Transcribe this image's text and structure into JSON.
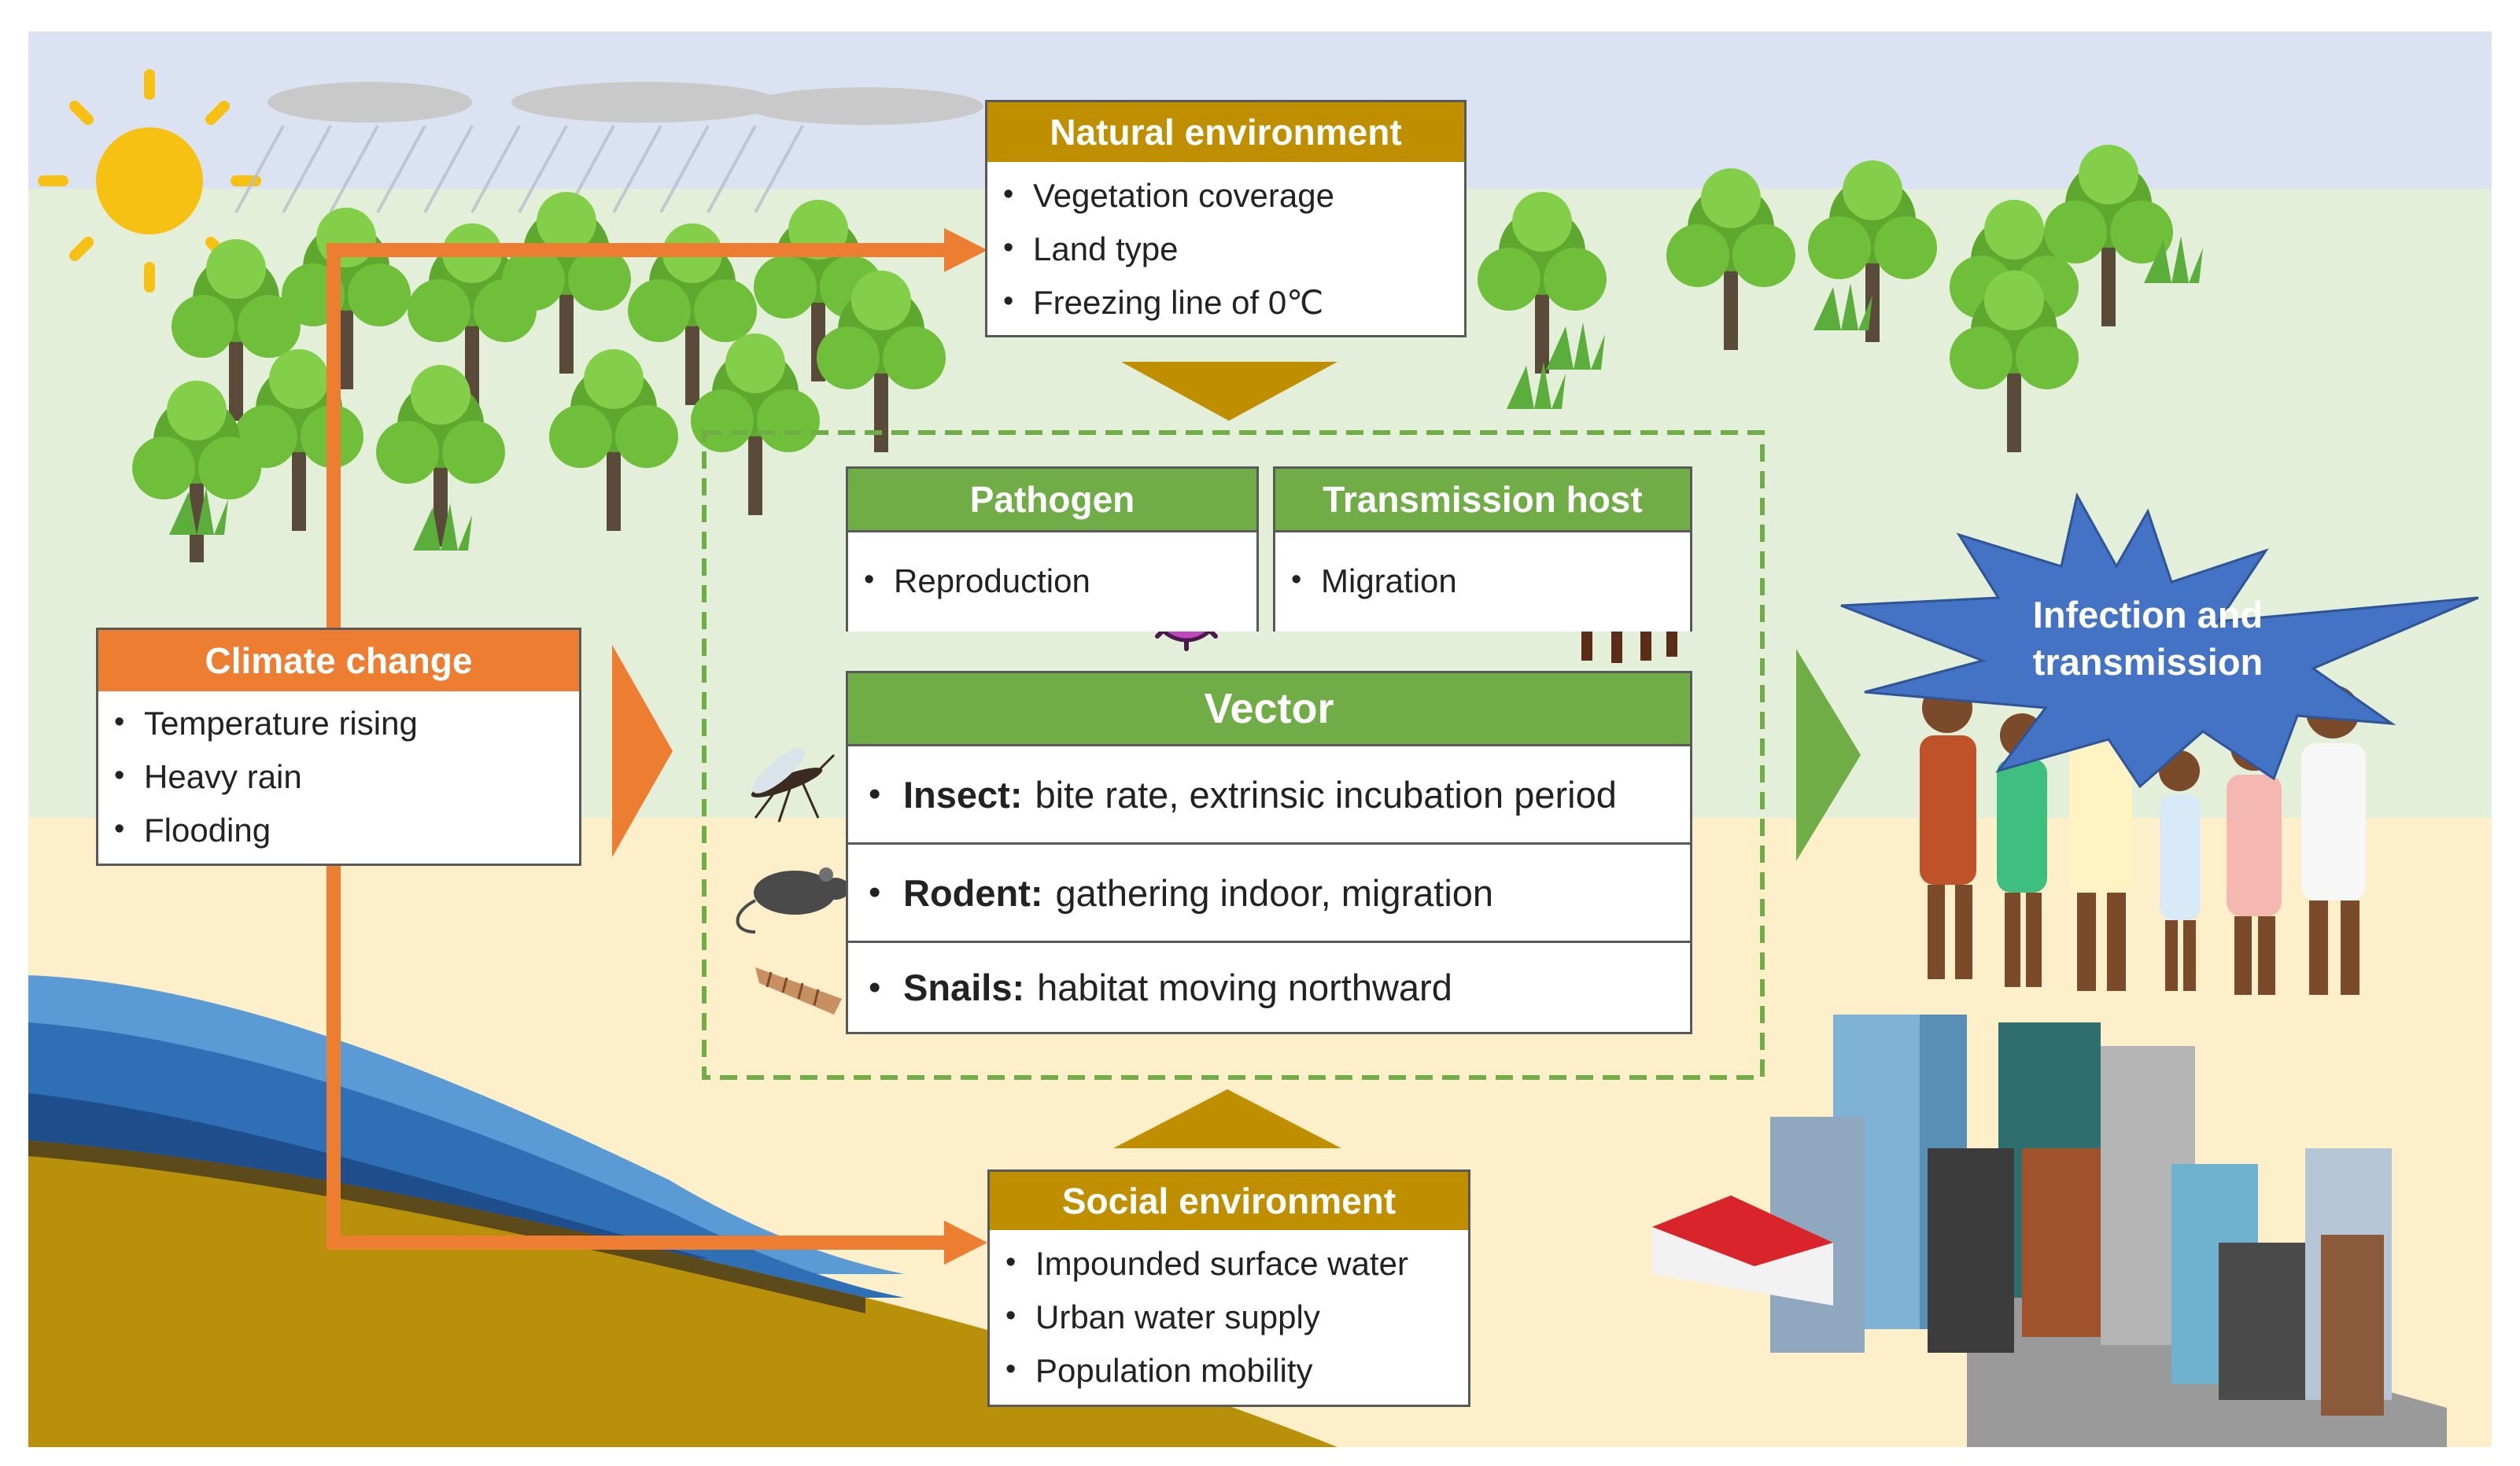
{
  "colors": {
    "climate_header": "#ED7D31",
    "environment_header": "#BF8F00",
    "vector_header": "#70AD47",
    "arrow_orange": "#ED7D31",
    "arrow_green": "#70AD47",
    "infection_burst": "#4472C4"
  },
  "climate": {
    "title": "Climate change",
    "items": [
      "Temperature rising",
      "Heavy rain",
      "Flooding"
    ]
  },
  "natural": {
    "title": "Natural environment",
    "items": [
      "Vegetation coverage",
      "Land type",
      "Freezing line of 0℃"
    ]
  },
  "social": {
    "title": "Social environment",
    "items": [
      "Impounded surface water",
      "Urban water supply",
      "Population mobility"
    ]
  },
  "pathogen": {
    "title": "Pathogen",
    "item": "Reproduction",
    "icon": "virus-icon"
  },
  "host": {
    "title": "Transmission host",
    "item": "Migration",
    "icon": "wild-boar-icon"
  },
  "vector": {
    "title": "Vector",
    "rows": [
      {
        "label": "Insect:",
        "text": "bite rate, extrinsic incubation period",
        "icon": "mosquito-icon"
      },
      {
        "label": "Rodent:",
        "text": "gathering indoor, migration",
        "icon": "rat-icon"
      },
      {
        "label": "Snails:",
        "text": "habitat moving northward",
        "icon": "snail-shell-icon"
      }
    ]
  },
  "outcome": {
    "line1": "Infection and",
    "line2": "transmission"
  }
}
